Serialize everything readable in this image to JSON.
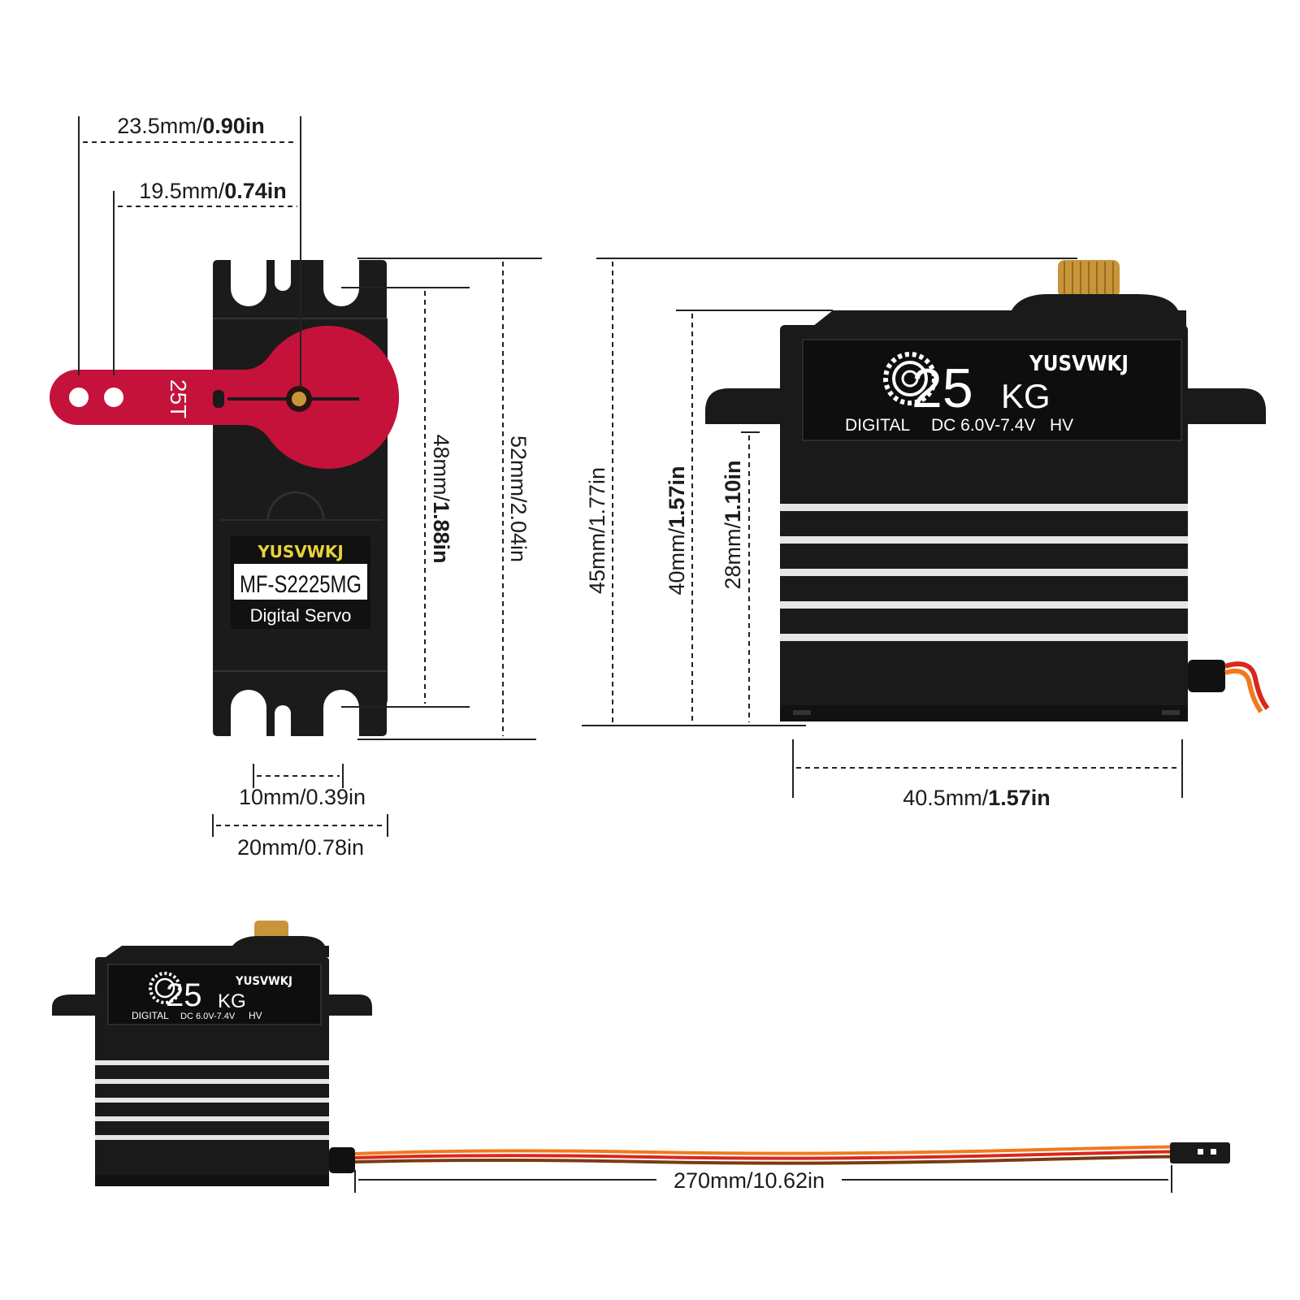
{
  "brand": "YUSVWKJ",
  "model": "MF-S2225MG",
  "product_type": "Digital Servo",
  "torque": "25",
  "torque_unit": "KG",
  "spec_digital": "DIGITAL",
  "spec_voltage": "DC 6.0V-7.4V",
  "spec_hv": "HV",
  "horn_teeth": "25T",
  "colors": {
    "horn": "#c4123b",
    "body": "#1a1a1a",
    "stripe": "#e6e6e6",
    "brass": "#c8953a",
    "brand_yellow": "#e8d23a",
    "wire_orange": "#f07a1e",
    "wire_red": "#d8281e",
    "wire_brown": "#7a3b12"
  },
  "dimensions": {
    "horn_outer": {
      "value": "23.5mm/",
      "bold": "0.90in"
    },
    "horn_inner": {
      "value": "19.5mm/",
      "bold": "0.74in"
    },
    "hole_spacing": {
      "value": "48mm/",
      "bold": "1.88in"
    },
    "total_height": {
      "value": "52mm/2.04in",
      "bold": ""
    },
    "mount_slot": {
      "value": "10mm/0.39in",
      "bold": ""
    },
    "body_width": {
      "value": "20mm/0.78in",
      "bold": ""
    },
    "overall_height": {
      "value": "45mm/1.77in",
      "bold": ""
    },
    "body_height": {
      "value": "40mm/",
      "bold": "1.57in"
    },
    "tab_height": {
      "value": "28mm/",
      "bold": "1.10in"
    },
    "body_length": {
      "value": "40.5mm/",
      "bold": "1.57in"
    },
    "cable_length": {
      "value": "270mm/10.62in",
      "bold": ""
    }
  }
}
